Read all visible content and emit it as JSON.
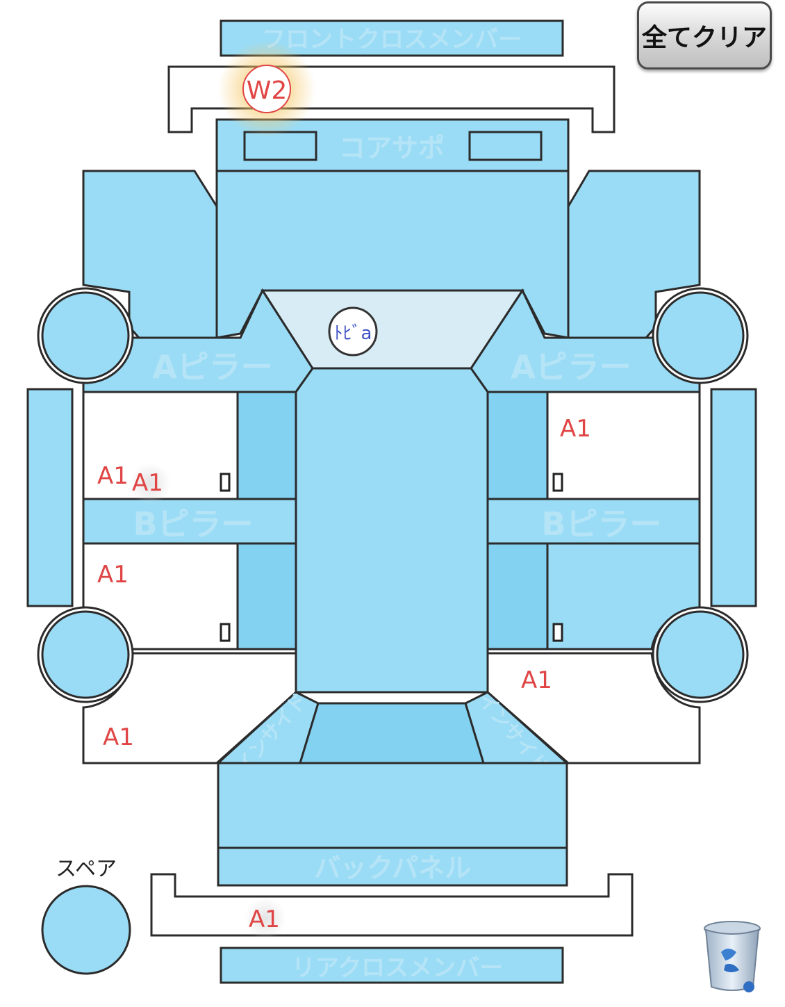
{
  "toolbar": {
    "clear_all_label": "全てクリア"
  },
  "parts": {
    "front_cross_member": "フロントクロスメンバー",
    "core_support": "コアサポ",
    "a_pillar_left": "Aピラー",
    "a_pillar_right": "Aピラー",
    "b_pillar_left": "Bピラー",
    "b_pillar_right": "Bピラー",
    "inside_left": "インサイド",
    "inside_right": "インサイド",
    "back_panel": "バックパネル",
    "rear_cross_member": "リアクロスメンバー",
    "spare": "スペア"
  },
  "marks": {
    "front_bumper": "W2",
    "windshield": "ﾄﾋﾞa",
    "front_door_left_1": "A1",
    "front_door_left_2": "A1",
    "rear_door_left": "A1",
    "quarter_left": "A1",
    "front_door_right": "A1",
    "quarter_right": "A1",
    "rear_bumper": "A1"
  },
  "icons": {
    "trash": "trash-bin-icon"
  },
  "colors": {
    "panel": "#9adcf6",
    "mark_red": "#e04545",
    "mark_blue": "#3f51c7",
    "glow": "#f2b84b"
  }
}
